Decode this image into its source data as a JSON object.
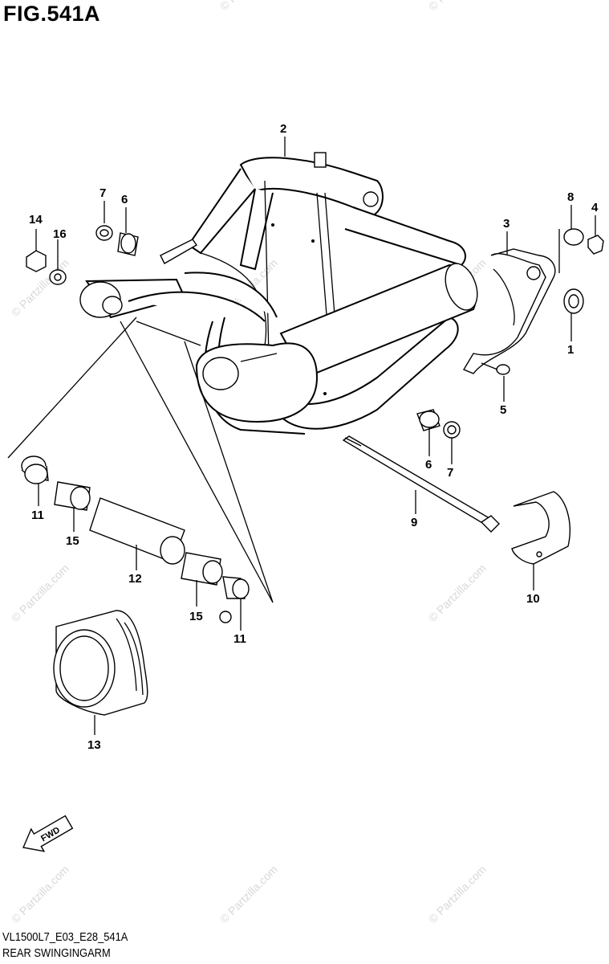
{
  "header": {
    "figure_title": "FIG.541A"
  },
  "footer": {
    "model_code": "VL1500L7_E03_E28_541A",
    "section_name": "REAR SWINGINGARM"
  },
  "watermark": {
    "text": "© Partzilla.com"
  },
  "direction_arrow": {
    "label": "FWD"
  },
  "parts": {
    "p1": "1",
    "p2": "2",
    "p3": "3",
    "p4": "4",
    "p5": "5",
    "p6a": "6",
    "p6b": "6",
    "p7a": "7",
    "p7b": "7",
    "p8": "8",
    "p9": "9",
    "p10": "10",
    "p11a": "11",
    "p11b": "11",
    "p12": "12",
    "p13": "13",
    "p14": "14",
    "p15a": "15",
    "p15b": "15",
    "p16": "16"
  }
}
